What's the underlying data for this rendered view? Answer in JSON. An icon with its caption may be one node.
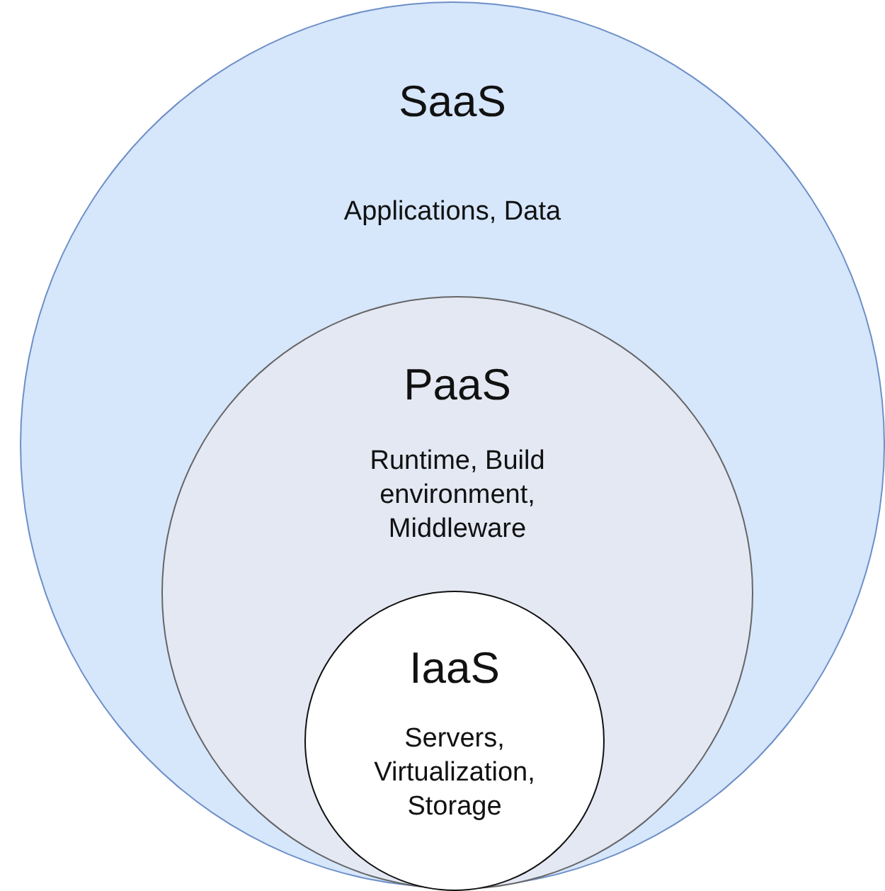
{
  "diagram": {
    "nodes": [
      {
        "text": [
          "SaaS",
          "Applications, Data"
        ]
      },
      {
        "text": [
          "PaaS",
          "Runtime, Build environment, Middleware"
        ],
        "in": 0
      },
      {
        "text": [
          "IaaS",
          "Servers, Virtualization, Storage"
        ],
        "in": 1
      }
    ]
  }
}
